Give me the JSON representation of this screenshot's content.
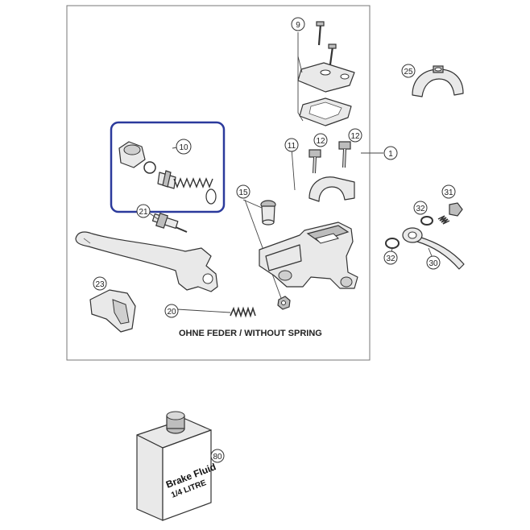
{
  "diagram": {
    "caption": "OHNE FEDER / WITHOUT SPRING",
    "bottle_label_line1": "Brake Fluid",
    "bottle_label_line2": "1/4 LITRE",
    "highlight_color": "#2b3a9c",
    "callouts": {
      "c1": "1",
      "c9": "9",
      "c10": "10",
      "c11": "11",
      "c12a": "12",
      "c12b": "12",
      "c15": "15",
      "c20": "20",
      "c21": "21",
      "c23": "23",
      "c25": "25",
      "c30": "30",
      "c31": "31",
      "c32a": "32",
      "c32b": "32",
      "c80": "80"
    }
  }
}
